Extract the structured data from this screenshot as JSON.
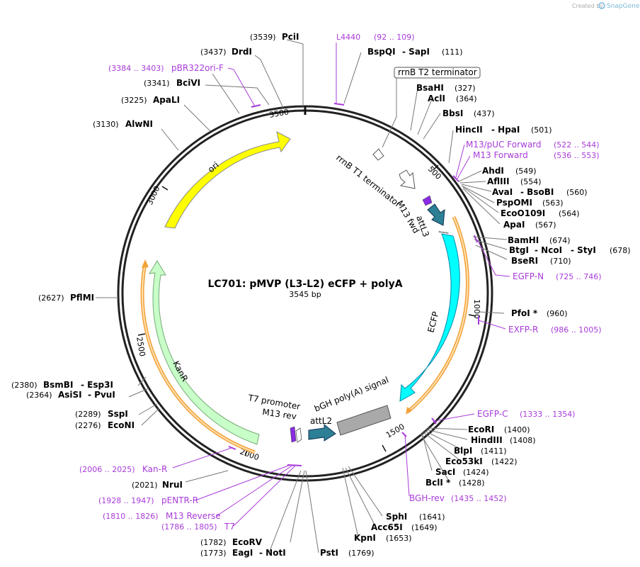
{
  "watermark": {
    "created_by": "Created by",
    "brand": "SnapGene"
  },
  "plasmid": {
    "name": "LC701: pMVP (L3-L2) eCFP + polyA",
    "length": "3545 bp"
  },
  "ticks": [
    "500",
    "1000",
    "1500",
    "2000",
    "2500",
    "3000",
    "3500"
  ],
  "features": {
    "ori": "ori",
    "kanr": "KanR",
    "ecfp": "ECFP",
    "attl3": "attL3",
    "attl2": "attL2",
    "bgh": "bGH poly(A) signal",
    "rrnb_t1": "rrnB T1 terminator",
    "rrnb_t2": "rrnB T2 terminator",
    "t7": "T7 promoter",
    "m13rev": "M13 rev",
    "m13fwd": "M13 fwd"
  },
  "sites": {
    "pcii": {
      "name": "PciI",
      "pos": "(3539)"
    },
    "drdi": {
      "name": "DrdI",
      "pos": "(3437)"
    },
    "bcivi": {
      "name": "BciVI",
      "pos": "(3341)"
    },
    "apali": {
      "name": "ApaLI",
      "pos": "(3225)"
    },
    "alwni": {
      "name": "AlwNI",
      "pos": "(3130)"
    },
    "pfimi": {
      "name": "PflMI",
      "pos": "(2627)"
    },
    "bsmbi": {
      "name": "BsmBI",
      "name2": "Esp3I",
      "pos": "(2380)"
    },
    "asisi": {
      "name": "AsiSI",
      "name2": "PvuI",
      "pos": "(2364)"
    },
    "sspi": {
      "name": "SspI",
      "pos": "(2289)"
    },
    "econi": {
      "name": "EcoNI",
      "pos": "(2276)"
    },
    "nrui": {
      "name": "NruI",
      "pos": "(2021)"
    },
    "ecorv": {
      "name": "EcoRV",
      "pos": "(1782)"
    },
    "eagi": {
      "name": "EagI",
      "name2": "NotI",
      "pos": "(1773)"
    },
    "psti": {
      "name": "PstI",
      "pos": "(1769)"
    },
    "kpni": {
      "name": "KpnI",
      "pos": "(1653)"
    },
    "acc65i": {
      "name": "Acc65I",
      "pos": "(1649)"
    },
    "sphi": {
      "name": "SphI",
      "pos": "(1641)"
    },
    "bcli": {
      "name": "BclI *",
      "pos": "(1428)"
    },
    "saci": {
      "name": "SacI",
      "pos": "(1424)"
    },
    "eco53ki": {
      "name": "Eco53kI",
      "pos": "(1422)"
    },
    "blpi": {
      "name": "BlpI",
      "pos": "(1411)"
    },
    "hindiii": {
      "name": "HindIII",
      "pos": "(1408)"
    },
    "ecori": {
      "name": "EcoRI",
      "pos": "(1400)"
    },
    "pfoi": {
      "name": "PfoI *",
      "pos": "(960)"
    },
    "bseri": {
      "name": "BseRI",
      "pos": "(710)"
    },
    "btgi": {
      "name": "BtgI",
      "name2": "NcoI",
      "name3": "StyI",
      "pos": "(678)"
    },
    "bamhi": {
      "name": "BamHI",
      "pos": "(674)"
    },
    "apai": {
      "name": "ApaI",
      "pos": "(567)"
    },
    "eco0109i": {
      "name": "EcoO109I",
      "pos": "(564)"
    },
    "pspomi": {
      "name": "PspOMI",
      "pos": "(563)"
    },
    "avai": {
      "name": "AvaI",
      "name2": "BsoBI",
      "pos": "(560)"
    },
    "afliii": {
      "name": "AflIII",
      "pos": "(554)"
    },
    "ahdi": {
      "name": "AhdI",
      "pos": "(549)"
    },
    "hincii": {
      "name": "HincII",
      "name2": "HpaI",
      "pos": "(501)"
    },
    "bbsi": {
      "name": "BbsI",
      "pos": "(437)"
    },
    "acli": {
      "name": "AclI",
      "pos": "(364)"
    },
    "bsahi": {
      "name": "BsaHI",
      "pos": "(327)"
    },
    "bspqi": {
      "name": "BspQI",
      "name2": "SapI",
      "pos": "(111)"
    }
  },
  "primers": {
    "l4440": {
      "name": "L4440",
      "range": "(92 .. 109)"
    },
    "pbr322": {
      "name": "pBR322ori-F",
      "range": "(3384 .. 3403)"
    },
    "m13puc": {
      "name": "M13/pUC Forward",
      "range": "(522 .. 544)"
    },
    "m13f": {
      "name": "M13 Forward",
      "range": "(536 .. 553)"
    },
    "egfpn": {
      "name": "EGFP-N",
      "range": "(725 .. 746)"
    },
    "exfpr": {
      "name": "EXFP-R",
      "range": "(986 .. 1005)"
    },
    "egfpc": {
      "name": "EGFP-C",
      "range": "(1333 .. 1354)"
    },
    "bghrev": {
      "name": "BGH-rev",
      "range": "(1435 .. 1452)"
    },
    "kanr": {
      "name": "Kan-R",
      "range": "(2006 .. 2025)"
    },
    "pentr": {
      "name": "pENTR-R",
      "range": "(1928 .. 1947)"
    },
    "m13r": {
      "name": "M13 Reverse",
      "range": "(1810 .. 1826)"
    },
    "t7": {
      "name": "T7",
      "range": "(1786 .. 1805)"
    }
  },
  "colors": {
    "ori": "#ffff00",
    "ecfp": "#00ffff",
    "kanr": "#c8ffc8",
    "att": "#2d7f95",
    "polyA": "#a9a9a9",
    "primer": "#a83bd9",
    "orf": "#f2a23a"
  }
}
